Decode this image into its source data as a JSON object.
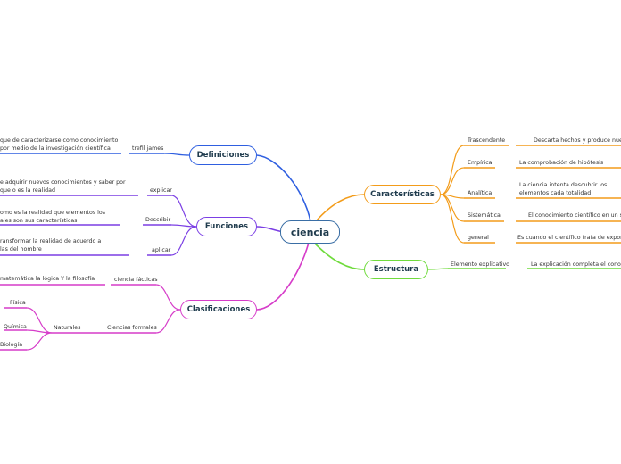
{
  "center": {
    "label": "ciencia"
  },
  "colors": {
    "definiciones": "#2f5fe0",
    "funciones": "#7b3fe4",
    "clasificaciones": "#d63cc9",
    "caracteristicas": "#f39c1a",
    "estructura": "#6fdb3c",
    "center_border": "#3a6ea5"
  },
  "branches": {
    "definiciones": {
      "label": "Definiciones",
      "child": "trefil james",
      "leaf": "que de caracterizarse como conocimiento por medio de la investigación científica"
    },
    "funciones": {
      "label": "Funciones",
      "items": [
        {
          "label": "explicar",
          "leaf": "e adquirir nuevos conocimientos y saber por que o es la realidad"
        },
        {
          "label": "Describir",
          "leaf": "omo es la realidad que elementos los ales son sus características"
        },
        {
          "label": "aplicar",
          "leaf": "ransformar la realidad de acuerdo a las del hombre"
        }
      ]
    },
    "clasificaciones": {
      "label": "Clasificaciones",
      "items": [
        {
          "label": "ciencia fácticas",
          "leaf": "matemática la lógica Y la filosofía"
        },
        {
          "label": "Ciencias formales",
          "sub": "Naturales",
          "subitems": [
            "Física",
            "Química",
            "Biología"
          ]
        }
      ]
    },
    "caracteristicas": {
      "label": "Características",
      "items": [
        {
          "label": "Trascendente",
          "leaf": "Descarta hechos y produce nuevos"
        },
        {
          "label": "Empírica",
          "leaf": "La comprobación de hipótesis"
        },
        {
          "label": "Analítica",
          "leaf": "La ciencia intenta descubrir los elementos cada totalidad"
        },
        {
          "label": "Sistemática",
          "leaf": "El conocimiento científico en un sistem"
        },
        {
          "label": "general",
          "leaf": "Es cuando el científico trata de exponer lo"
        }
      ]
    },
    "estructura": {
      "label": "Estructura",
      "child": "Elemento explicativo",
      "leaf": "La explicación completa el conocimi"
    }
  }
}
